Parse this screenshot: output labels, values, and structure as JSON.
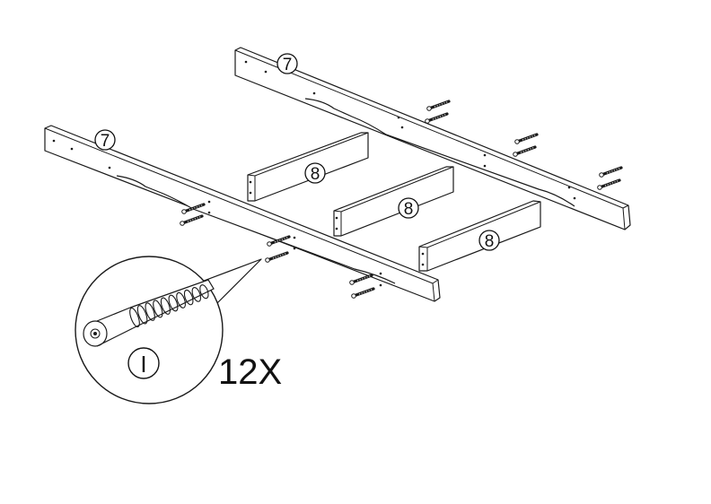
{
  "parts": {
    "rail_label": "7",
    "slat_label": "8",
    "screw_label": "I"
  },
  "quantity": "12X"
}
